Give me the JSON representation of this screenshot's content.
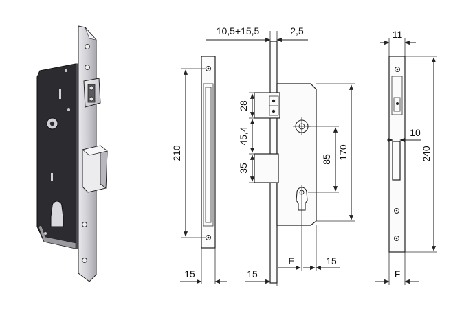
{
  "colors": {
    "line": "#222222",
    "case_dark": "#2c2c30",
    "steel_light": "#d6d6da",
    "steel_mid": "#a9a9b0"
  },
  "illustration": {
    "icon": "mortise-lock-3d-icon"
  },
  "dimensions": {
    "top_offset": "10,5+15,5",
    "top_gap": "2,5",
    "plate_width_top": "11",
    "height_210": "210",
    "h_28": "28",
    "h_45_4": "45,4",
    "h_35": "35",
    "h_85": "85",
    "h_170": "170",
    "h_10": "10",
    "h_240": "240",
    "bottom_15_a": "15",
    "bottom_15_b": "15",
    "bottom_e": "E",
    "bottom_15_c": "15",
    "bottom_f": "F"
  }
}
